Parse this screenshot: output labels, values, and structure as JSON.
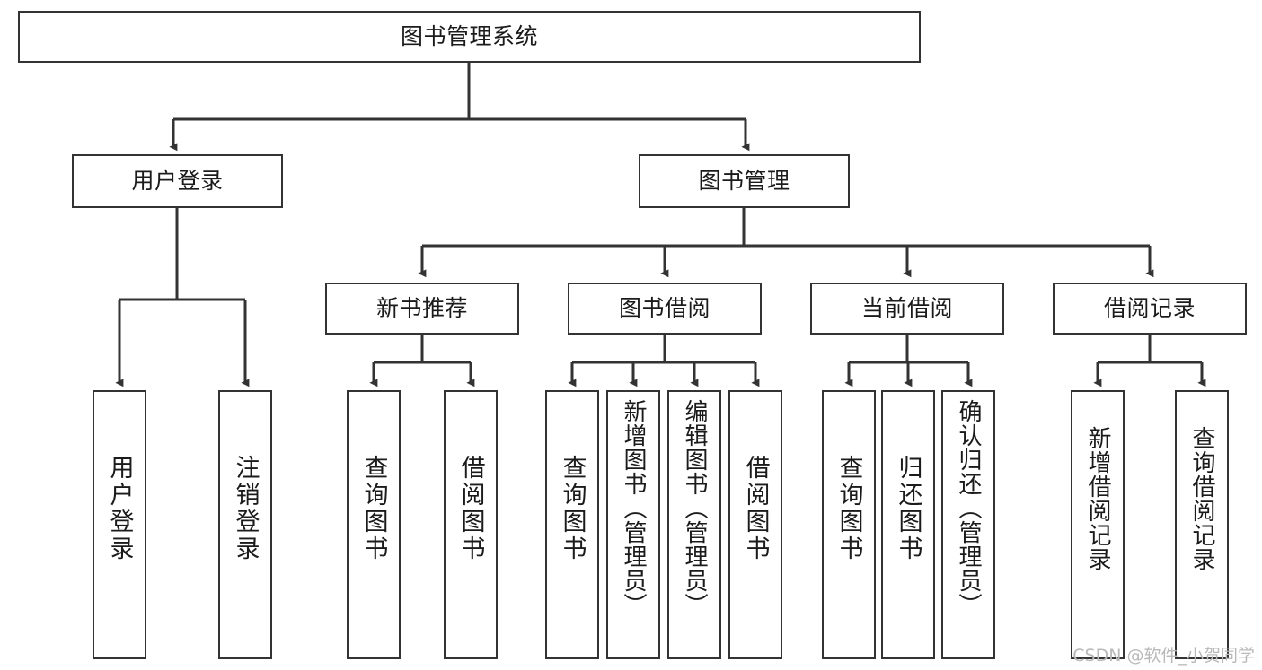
{
  "diagram": {
    "title": "图书管理系统",
    "type": "tree-hierarchy",
    "root": {
      "id": "root",
      "label": "图书管理系统"
    },
    "level2": [
      {
        "id": "user-login",
        "label": "用户登录"
      },
      {
        "id": "book-manage",
        "label": "图书管理"
      }
    ],
    "level3": [
      {
        "id": "new-book-rec",
        "label": "新书推荐",
        "parent": "book-manage"
      },
      {
        "id": "book-borrow",
        "label": "图书借阅",
        "parent": "book-manage"
      },
      {
        "id": "current-borrow",
        "label": "当前借阅",
        "parent": "book-manage"
      },
      {
        "id": "borrow-record",
        "label": "借阅记录",
        "parent": "book-manage"
      }
    ],
    "leaves": [
      {
        "id": "leaf-user-login",
        "label": "用户登录",
        "parent": "user-login"
      },
      {
        "id": "leaf-logout",
        "label": "注销登录",
        "parent": "user-login"
      },
      {
        "id": "leaf-query-book-1",
        "label": "查询图书",
        "parent": "new-book-rec"
      },
      {
        "id": "leaf-borrow-book-1",
        "label": "借阅图书",
        "parent": "new-book-rec"
      },
      {
        "id": "leaf-query-book-2",
        "label": "查询图书",
        "parent": "book-borrow"
      },
      {
        "id": "leaf-add-book",
        "label": "新增图书（管理员）",
        "parent": "book-borrow"
      },
      {
        "id": "leaf-edit-book",
        "label": "编辑图书（管理员）",
        "parent": "book-borrow"
      },
      {
        "id": "leaf-borrow-book-2",
        "label": "借阅图书",
        "parent": "book-borrow"
      },
      {
        "id": "leaf-query-book-3",
        "label": "查询图书",
        "parent": "current-borrow"
      },
      {
        "id": "leaf-return-book",
        "label": "归还图书",
        "parent": "current-borrow"
      },
      {
        "id": "leaf-confirm-return",
        "label": "确认归还（管理员）",
        "parent": "current-borrow"
      },
      {
        "id": "leaf-add-record",
        "label": "新增借阅记录",
        "parent": "borrow-record"
      },
      {
        "id": "leaf-query-record",
        "label": "查询借阅记录",
        "parent": "borrow-record"
      }
    ],
    "colors": {
      "stroke": "#333333",
      "background": "#ffffff",
      "text": "#1b1b1b",
      "watermark": "#b9b9b9"
    }
  },
  "watermark": {
    "text": "CSDN @软件_小贺同学"
  }
}
